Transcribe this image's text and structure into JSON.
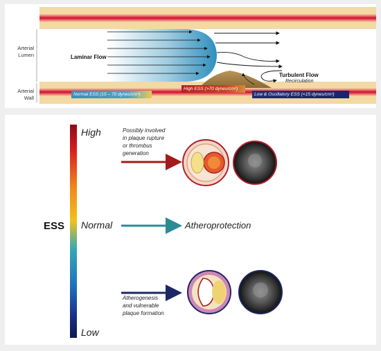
{
  "top": {
    "lumen_label": "Arterial\nLumen",
    "wall_label": "Arterial\nWall",
    "laminar_flow": "Laminar Flow",
    "turbulent_flow": "Turbulent Flow",
    "recirculation": "Recirculation",
    "band_normal": "Normal ESS (15 – 70 dynes/cm²)",
    "band_high": "High ESS (>70 dynes/cm²)",
    "band_low": "Low & Oscillatory ESS (<15 dynes/cm²)"
  },
  "bottom": {
    "ess_label": "ESS",
    "scale_high": "High",
    "scale_normal": "Normal",
    "scale_low": "Low",
    "high_annotation": "Possibly involved\nin plaque rupture\nor thrombus\ngeneration",
    "normal_annotation": "Atheroprotection",
    "low_annotation": "Atherogenesis\nand vulnerable\nplaque formation"
  },
  "colors": {
    "vessel_red": "#d11a2a",
    "tan": "#f3d9a4",
    "arrow_high": "#a31b1b",
    "arrow_normal": "#2a8b94",
    "arrow_low": "#1c2766"
  }
}
